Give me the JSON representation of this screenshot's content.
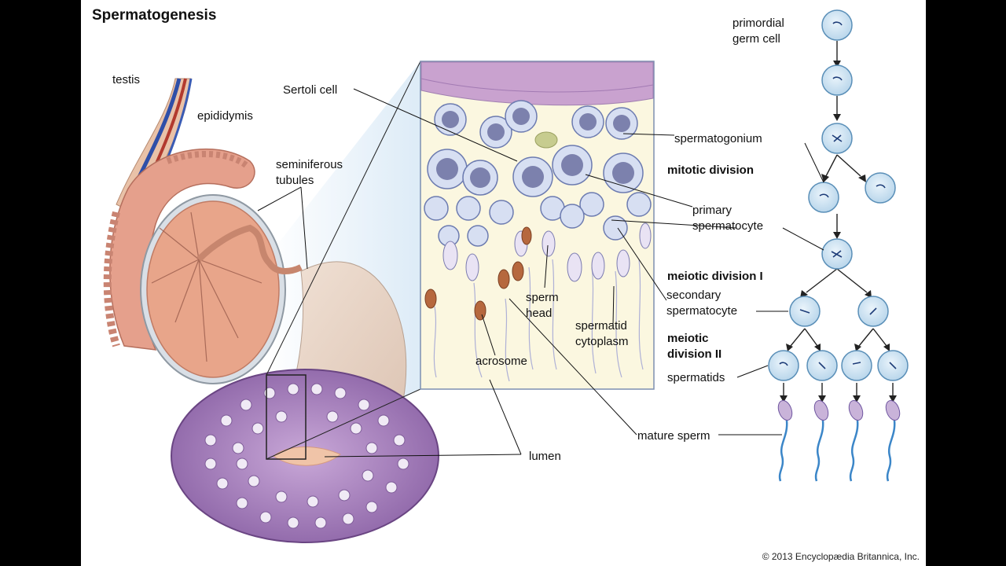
{
  "title": "Spermatogenesis",
  "copyright": "© 2013 Encyclopædia Britannica, Inc.",
  "labels": {
    "testis": "testis",
    "epididymis": "epididymis",
    "seminiferous_tubules": [
      "seminiferous",
      "tubules"
    ],
    "sertoli_cell": "Sertoli cell",
    "sperm_head": [
      "sperm",
      "head"
    ],
    "spermatid_cytoplasm": [
      "spermatid",
      "cytoplasm"
    ],
    "acrosome": "acrosome",
    "lumen": "lumen",
    "mature_sperm": "mature sperm",
    "primordial_germ_cell": [
      "primordial",
      "germ cell"
    ],
    "spermatogonium": "spermatogonium",
    "mitotic_division": "mitotic division",
    "primary_spermatocyte": [
      "primary",
      "spermatocyte"
    ],
    "meiotic_division_1": "meiotic division I",
    "secondary_spermatocyte": [
      "secondary",
      "spermatocyte"
    ],
    "meiotic_division_2": [
      "meiotic",
      "division II"
    ],
    "spermatids": "spermatids"
  },
  "colors": {
    "cell_fill": "#cfe3f1",
    "cell_stroke": "#5a8fb8",
    "tubule_purple": "#8e66a8",
    "testis_pink": "#e8a58a",
    "epididymis_pink": "#e5a08c",
    "sperm_blue": "#3b86c8"
  }
}
